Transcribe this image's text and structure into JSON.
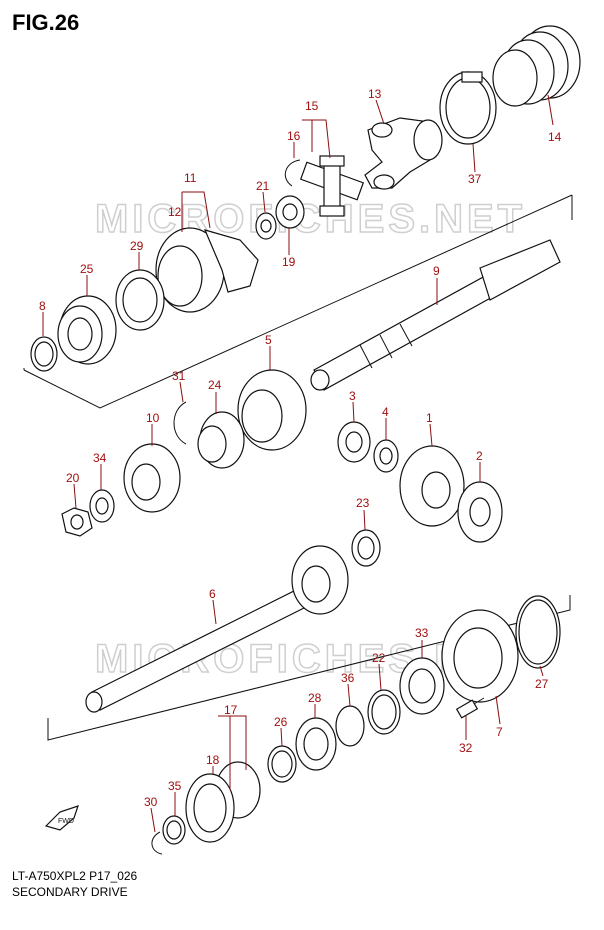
{
  "figure_title": "FIG.26",
  "footer": {
    "model_code": "LT-A750XPL2 P17_026",
    "section_name": "SECONDARY DRIVE"
  },
  "watermark": "MICROFICHES.NET",
  "fwd_label": "FWD",
  "callouts": {
    "c1": "1",
    "c2": "2",
    "c3": "3",
    "c4": "4",
    "c5": "5",
    "c6": "6",
    "c7": "7",
    "c8": "8",
    "c9": "9",
    "c10": "10",
    "c11": "11",
    "c12": "12",
    "c13": "13",
    "c14": "14",
    "c15": "15",
    "c16": "16",
    "c17": "17",
    "c18": "18",
    "c19": "19",
    "c20": "20",
    "c21": "21",
    "c22": "22",
    "c23": "23",
    "c24": "24",
    "c25": "25",
    "c26": "26",
    "c27": "27",
    "c28": "28",
    "c29": "29",
    "c30": "30",
    "c31": "31",
    "c32": "32",
    "c33": "33",
    "c34": "34",
    "c35": "35",
    "c36": "36",
    "c37": "37"
  },
  "colors": {
    "callout": "#a01010",
    "line": "#111111",
    "watermark": "#cfcfcf"
  }
}
